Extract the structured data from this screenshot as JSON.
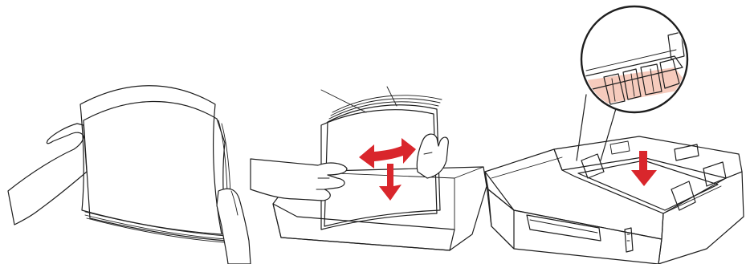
{
  "figure": {
    "steps": [
      {
        "id": "fan-paper",
        "icon": "hands-fanning-paper-stack-icon"
      },
      {
        "id": "align-paper",
        "icon": "hands-aligning-paper-stack-icon",
        "arrows": [
          "double-arrow-icon",
          "down-arrow-icon"
        ]
      },
      {
        "id": "load-tray",
        "icon": "paper-tray-loading-icon",
        "arrows": [
          "down-arrow-icon"
        ],
        "detail": "magnified-paper-guide-icon"
      }
    ],
    "colors": {
      "paper": "#f4c2b2",
      "paper_light": "#fde6df",
      "arrow": "#d9262c",
      "outline": "#1e1e1e",
      "tray": "#ffffff"
    }
  }
}
